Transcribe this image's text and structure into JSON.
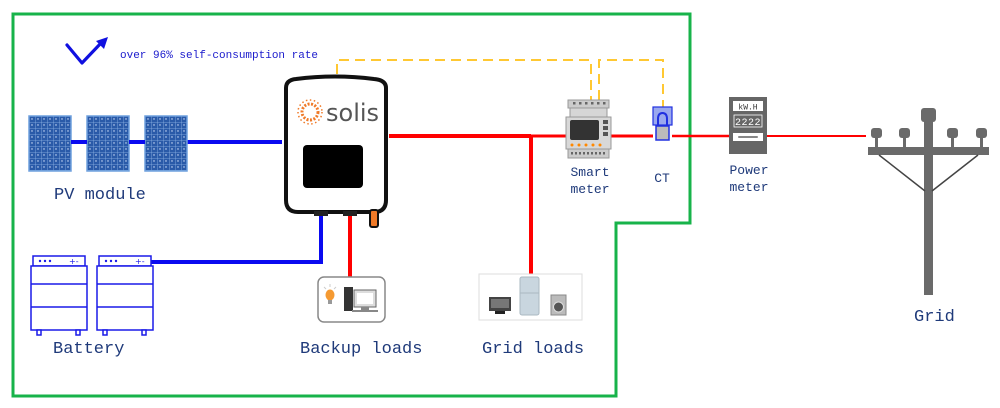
{
  "title": "Solis self-consumption system diagram",
  "tagline": "over 96% self-consumption rate",
  "brand": {
    "name": "solis"
  },
  "labels": {
    "pv_module": "PV module",
    "battery": "Battery",
    "backup_loads": "Backup loads",
    "grid_loads": "Grid loads",
    "smart_meter_line1": "Smart",
    "smart_meter_line2": "meter",
    "ct": "CT",
    "power_meter_line1": "Power",
    "power_meter_line2": "meter",
    "grid": "Grid"
  },
  "power_meter_display": {
    "unit": "kW.H",
    "digits": "2222"
  },
  "colors": {
    "boundary": "#17b34a",
    "dc_line": "#0a0af0",
    "ac_line": "#ff0000",
    "comm_line": "#ffc832",
    "brand_orange": "#f07a28",
    "label_text": "#1f3a7a",
    "tagline_text": "#1a1acc"
  },
  "components": [
    {
      "id": "pv-module",
      "count": 3
    },
    {
      "id": "battery",
      "count": 2
    },
    {
      "id": "inverter"
    },
    {
      "id": "backup-loads"
    },
    {
      "id": "grid-loads"
    },
    {
      "id": "smart-meter"
    },
    {
      "id": "ct"
    },
    {
      "id": "power-meter"
    },
    {
      "id": "grid-pole"
    }
  ]
}
